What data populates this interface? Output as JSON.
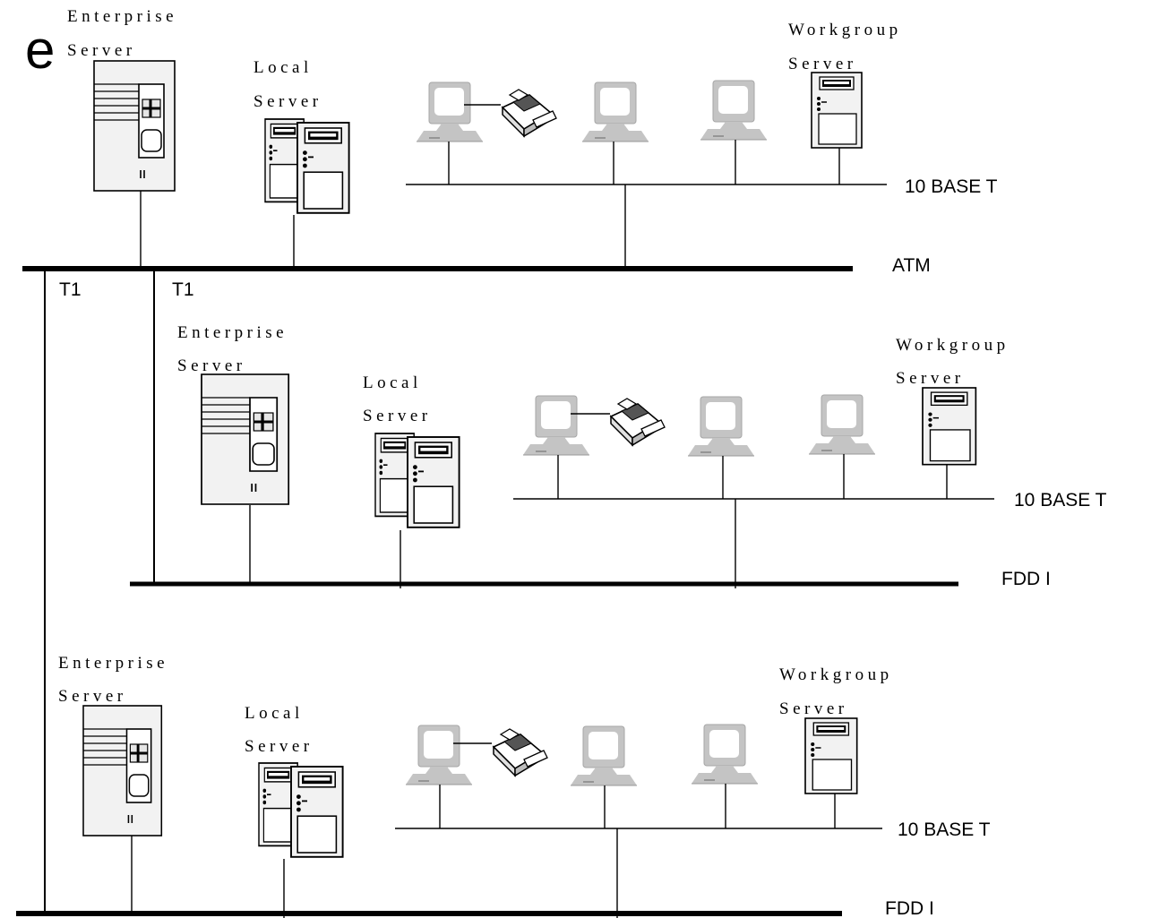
{
  "corner_letter": "e",
  "labels": {
    "enterprise_l1": "Enterprise",
    "enterprise_l2": "Server",
    "local_l1": "Local",
    "local_l2": "Server",
    "workgroup_l1": "Workgroup",
    "workgroup_l2": "Server",
    "ethernet": "10  BASE  T",
    "atm": "ATM",
    "fddi": "FDD I",
    "t1": "T1"
  }
}
